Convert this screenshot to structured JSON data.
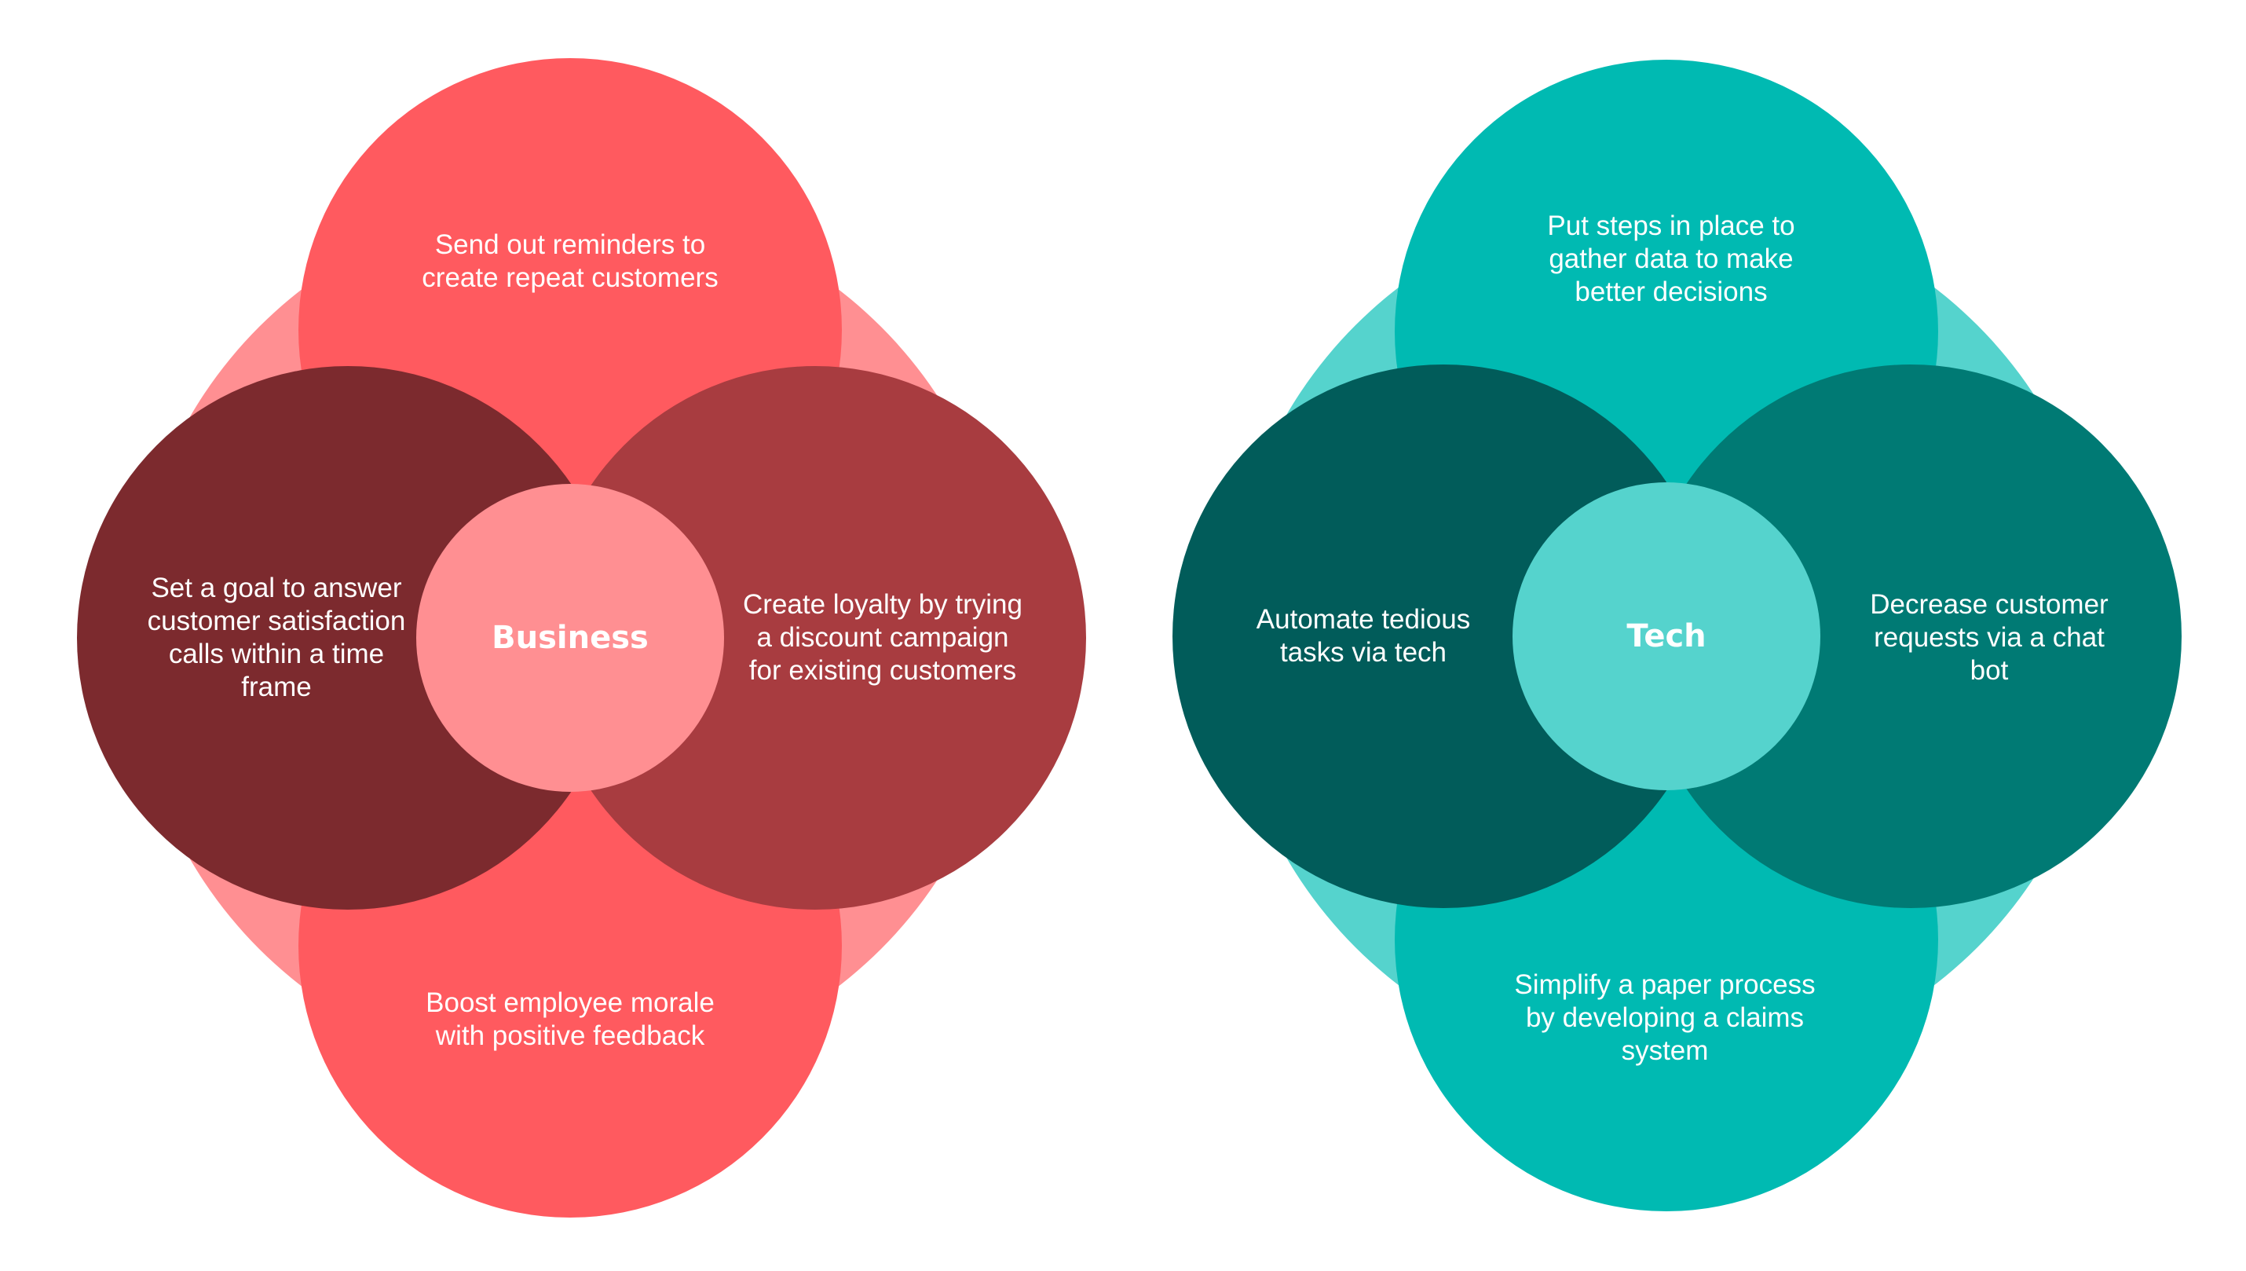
{
  "colors": {
    "business_back": "#ff8f92",
    "business_vertical": "#ff5a5f",
    "business_left": "#7c2a2e",
    "business_right": "#a83c40",
    "business_center": "#ff8f92",
    "tech_back": "#55d3cd",
    "tech_vertical": "#00bab2",
    "tech_left": "#015c5a",
    "tech_right": "#007a74",
    "tech_center": "#55d3cd",
    "text": "#ffffff"
  },
  "business": {
    "center": "Business",
    "top": "Send out reminders to\ncreate repeat customers",
    "left": "Set a goal to answer\ncustomer satisfaction\ncalls within a time\nframe",
    "right": "Create loyalty by trying\na discount campaign\nfor existing customers",
    "bottom": "Boost employee morale\nwith positive feedback"
  },
  "tech": {
    "center": "Tech",
    "top": "Put steps in place to\ngather data to make\nbetter decisions",
    "left": "Automate tedious\ntasks via tech",
    "right": "Decrease customer\nrequests via a chat bot",
    "bottom": "Simplify a paper process\nby developing a claims\nsystem"
  }
}
